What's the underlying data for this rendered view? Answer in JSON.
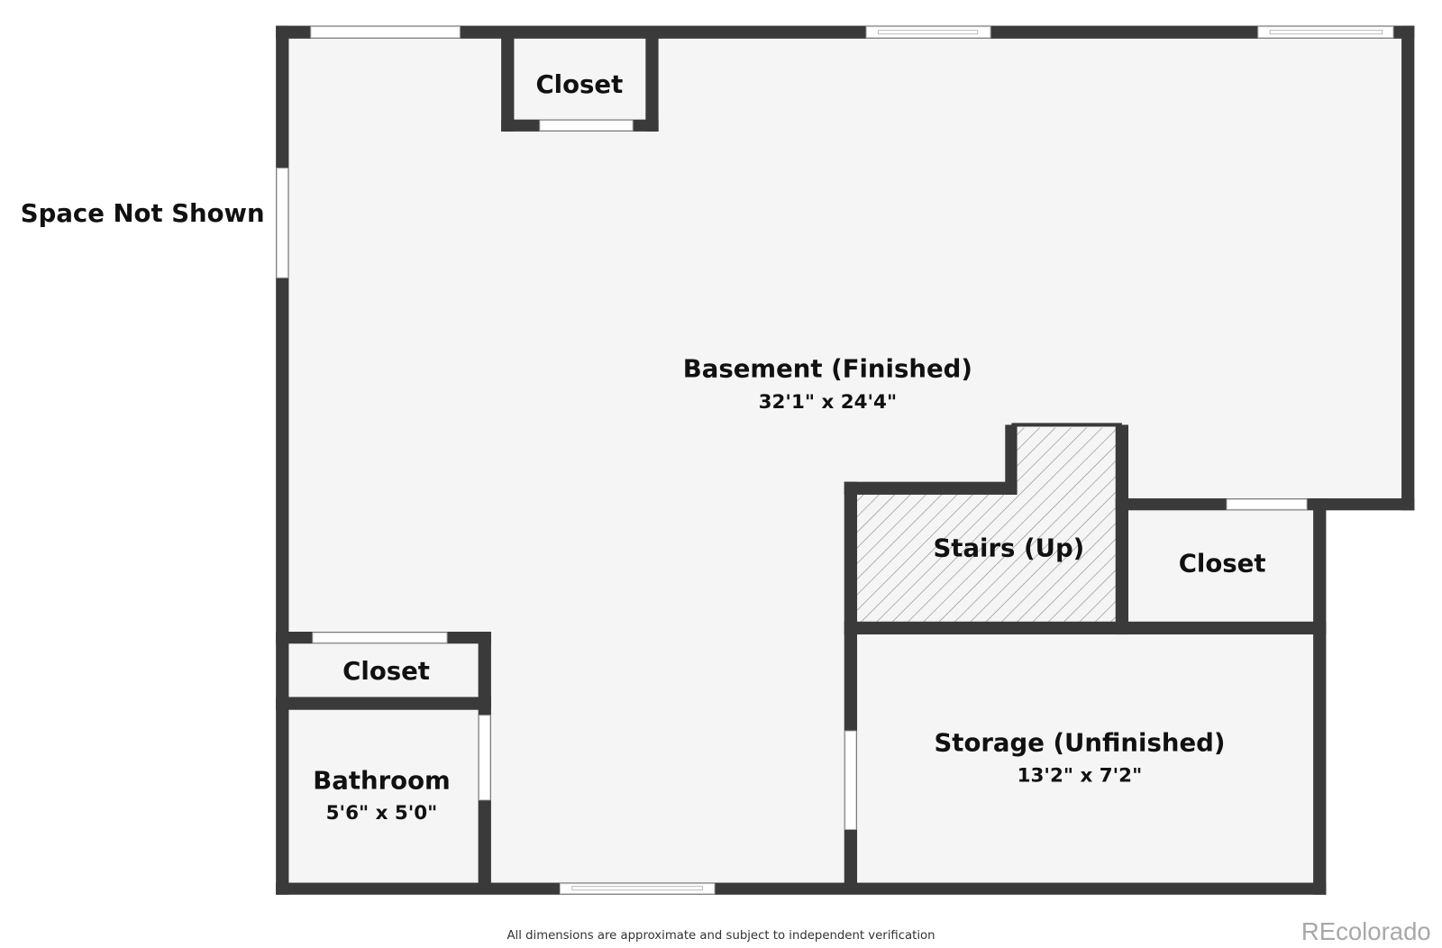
{
  "plan": {
    "outside_label": "Space Not Shown",
    "rooms": [
      {
        "name": "Basement (Finished)",
        "dims": "32'1\" x 24'4\""
      },
      {
        "name": "Closet"
      },
      {
        "name": "Stairs (Up)"
      },
      {
        "name": "Closet"
      },
      {
        "name": "Closet"
      },
      {
        "name": "Bathroom",
        "dims": "5'6\" x 5'0\""
      },
      {
        "name": "Storage (Unfinished)",
        "dims": "13'2\" x 7'2\""
      }
    ],
    "disclaimer": "All dimensions are approximate and subject to independent verification",
    "watermark": "REcolorado"
  },
  "colors": {
    "wall": "#3a3a3a",
    "floor": "#f5f5f5",
    "hatch": "#888888"
  }
}
